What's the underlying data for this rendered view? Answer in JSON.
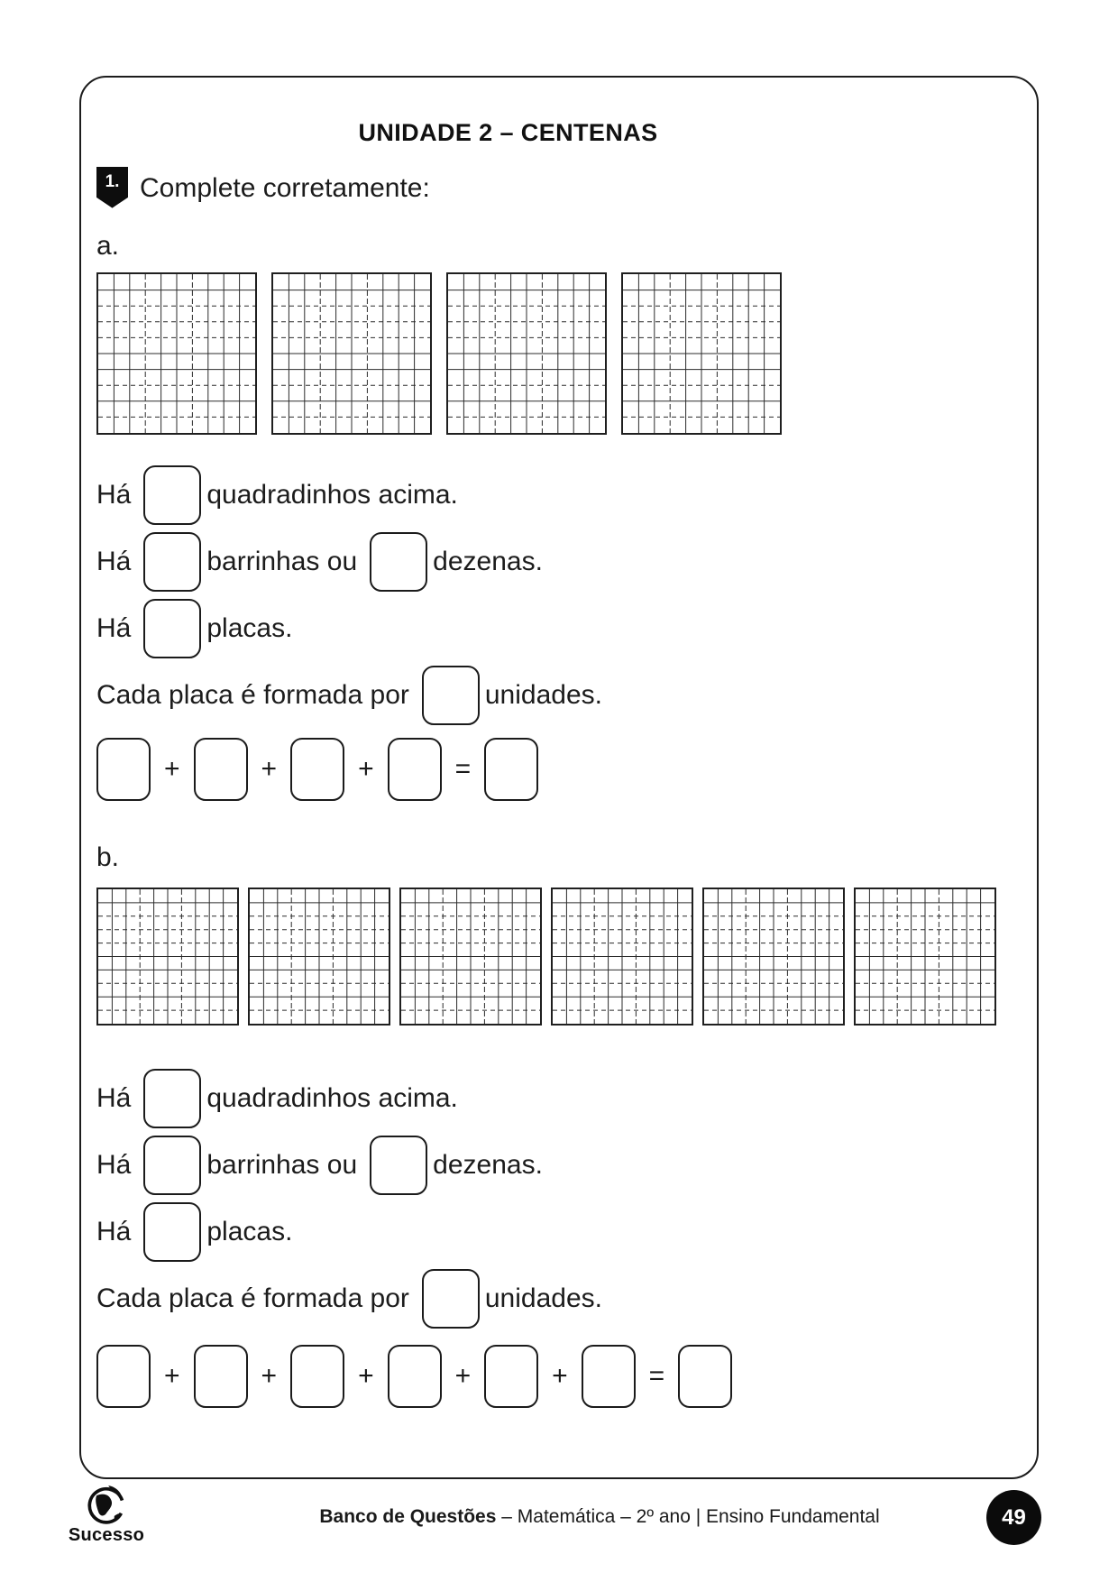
{
  "header": {
    "title": "UNIDADE 2 – CENTENAS"
  },
  "question": {
    "number": "1.",
    "text": "Complete corretamente:"
  },
  "colors": {
    "ink": "#1c1c1c",
    "paper": "#ffffff",
    "badge_bg": "#0d0d0d",
    "page_circle_bg": "#0b0b0b"
  },
  "sections": [
    {
      "label": "a.",
      "grid_count": 4,
      "grid_rows": 10,
      "grid_cols": 10,
      "lines": [
        [
          "Há",
          "[]",
          "quadradinhos acima."
        ],
        [
          "Há",
          "[]",
          "barrinhas ou",
          "[]",
          "dezenas."
        ],
        [
          "Há",
          "[]",
          "placas."
        ],
        [
          "Cada placa é formada por",
          "[]",
          "unidades."
        ]
      ],
      "equation": [
        "[]",
        "+",
        "[]",
        "+",
        "[]",
        "+",
        "[]",
        "=",
        "[]"
      ]
    },
    {
      "label": "b.",
      "grid_count": 6,
      "grid_rows": 10,
      "grid_cols": 10,
      "lines": [
        [
          "Há",
          "[]",
          "quadradinhos acima."
        ],
        [
          "Há",
          "[]",
          "barrinhas ou",
          "[]",
          "dezenas."
        ],
        [
          "Há",
          "[]",
          "placas."
        ],
        [
          "Cada placa é formada por",
          "[]",
          "unidades."
        ]
      ],
      "equation": [
        "[]",
        "+",
        "[]",
        "+",
        "[]",
        "+",
        "[]",
        "+",
        "[]",
        "+",
        "[]",
        "=",
        "[]"
      ]
    }
  ],
  "footer": {
    "brand": "Sucesso",
    "series": "Banco de Questões",
    "details": " – Matemática – 2º ano | Ensino Fundamental",
    "page_number": "49"
  }
}
